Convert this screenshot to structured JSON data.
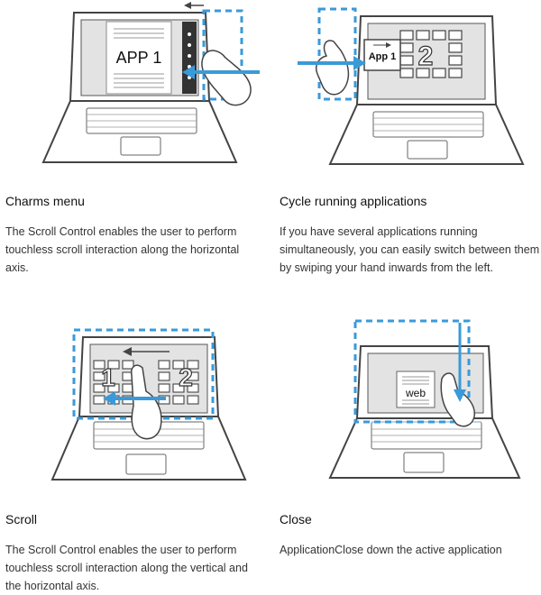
{
  "panels": [
    {
      "title": "Charms menu",
      "description": "The Scroll Control enables the user to perform touchless scroll interaction along the horizontal axis.",
      "screen_label": "APP 1"
    },
    {
      "title": "Cycle running applications",
      "description": "If you have several applications running simultaneously, you can easily switch between them by swiping your hand inwards from the left.",
      "screen_label": "App 1",
      "screen_number": "2"
    },
    {
      "title": "Scroll",
      "description": "The Scroll Control enables the user to perform touchless scroll interaction along the vertical and the horizontal axis.",
      "screen_number_left": "1",
      "screen_number_right": "2"
    },
    {
      "title": "Close",
      "description": "ApplicationClose down the active application",
      "screen_label": "web"
    }
  ],
  "colors": {
    "accent": "#3a9ad9",
    "outline": "#444444",
    "screen": "#e3e3e3"
  }
}
